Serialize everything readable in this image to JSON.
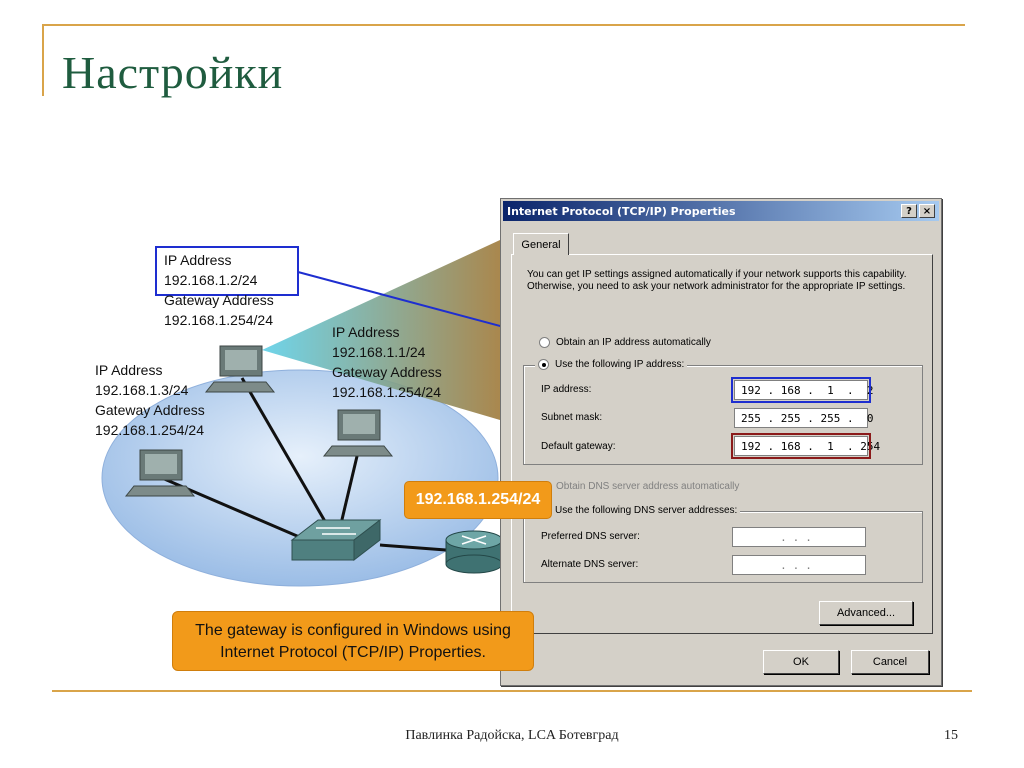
{
  "slide": {
    "title": "Настройки",
    "footer": "Павлинка Радойска, LCA Ботевград",
    "page_number": "15"
  },
  "diagram": {
    "pc_top": [
      "IP Address",
      "192.168.1.2/24",
      "Gateway Address",
      "192.168.1.254/24"
    ],
    "pc_left": [
      "IP Address",
      "192.168.1.3/24",
      "Gateway Address",
      "192.168.1.254/24"
    ],
    "pc_right": [
      "IP Address",
      "192.168.1.1/24",
      "Gateway Address",
      "192.168.1.254/24"
    ],
    "router_callout": "192.168.1.254/24",
    "caption_line1": "The gateway is configured in Windows using",
    "caption_line2": "Internet Protocol (TCP/IP) Properties."
  },
  "dialog": {
    "title": "Internet Protocol (TCP/IP) Properties",
    "help_glyph": "?",
    "close_glyph": "×",
    "tab_general": "General",
    "description": "You can get IP settings assigned automatically if your network supports this capability. Otherwise, you need to ask your network administrator for the appropriate IP settings.",
    "radio_obtain_ip": "Obtain an IP address automatically",
    "radio_use_ip": "Use the following IP address:",
    "ip_label": "IP address:",
    "ip_value": "192 . 168 .  1  .  2",
    "subnet_label": "Subnet mask:",
    "subnet_value": "255 . 255 . 255 .  0",
    "gateway_label": "Default gateway:",
    "gateway_value": "192 . 168 .  1  . 254",
    "radio_obtain_dns": "Obtain DNS server address automatically",
    "radio_use_dns": "Use the following DNS server addresses:",
    "preferred_dns_label": "Preferred DNS server:",
    "preferred_dns_value": "...",
    "alternate_dns_label": "Alternate DNS server:",
    "alternate_dns_value": "...",
    "advanced_button": "Advanced...",
    "ok_button": "OK",
    "cancel_button": "Cancel"
  },
  "colors": {
    "title_green": "#1f5c3f",
    "rule_gold": "#d9a44a",
    "callout_orange": "#f29a1a",
    "highlight_blue": "#1e2ed0",
    "highlight_red": "#8b1a1a"
  }
}
